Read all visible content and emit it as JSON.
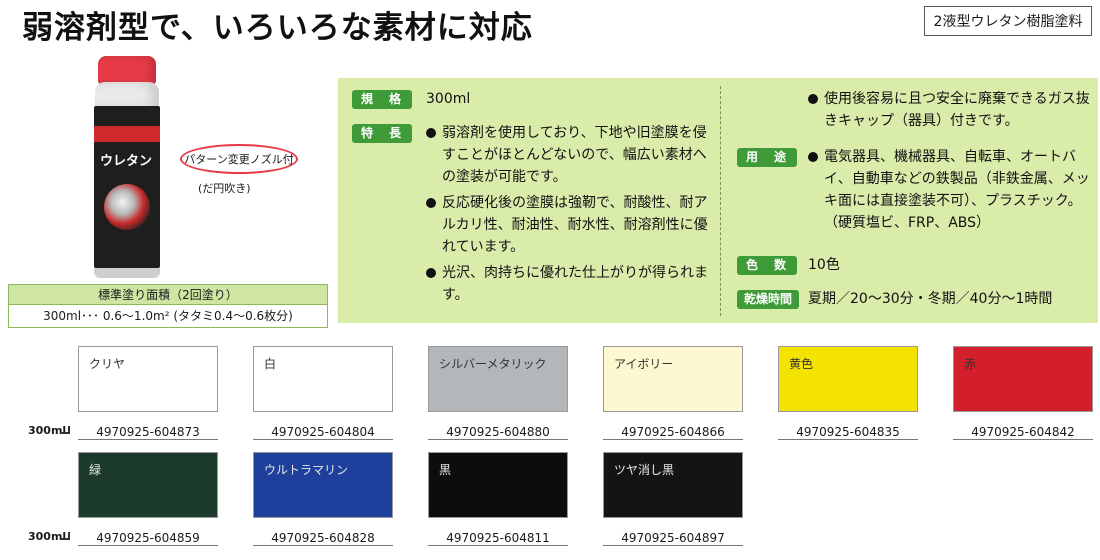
{
  "header": {
    "headline": "弱溶剤型で、いろいろな素材に対応",
    "category_tag": "2液型ウレタン樹脂塗料"
  },
  "product": {
    "brand_text": "ウレタン",
    "nozzle_badge": "パターン変更ノズル付",
    "nozzle_note": "(だ円吹き)",
    "colors": {
      "cap": "#e63b47",
      "body": "#1e1e1e"
    }
  },
  "coverage": {
    "title": "標準塗り面積（2回塗り）",
    "value": "300ml･･･ 0.6～1.0m² (タタミ0.4～0.6枚分)"
  },
  "specs": {
    "standard_label": "規　格",
    "standard_value": "300ml",
    "features_label": "特　長",
    "features": [
      "弱溶剤を使用しており、下地や旧塗膜を侵すことがほとんどないので、幅広い素材への塗装が可能です。",
      "反応硬化後の塗膜は強靭で、耐酸性、耐アルカリ性、耐油性、耐水性、耐溶剤性に優れています。",
      "光沢、肉持ちに優れた仕上がりが得られます。",
      "使用後容易に且つ安全に廃棄できるガス抜きキャップ（器具）付きです。"
    ],
    "usage_label": "用　途",
    "usage_items": [
      "電気器具、機械器具、自転車、オートバイ、自動車などの鉄製品（非鉄金属、メッキ面には直接塗装不可）、プラスチック。（硬質塩ビ、FRP、ABS）"
    ],
    "colors_label": "色　数",
    "colors_value": "10色",
    "drying_label": "乾燥時間",
    "drying_value": "夏期／20～30分・冬期／40分～1時間",
    "accent": "#3f9a38",
    "panel_bg": "#d9ecaa"
  },
  "swatch_rows": [
    {
      "size_label": "300ml",
      "items": [
        {
          "name": "クリヤ",
          "code": "4970925-604873",
          "color": "#ffffff",
          "text_color": "#333333"
        },
        {
          "name": "白",
          "code": "4970925-604804",
          "color": "#ffffff",
          "text_color": "#333333"
        },
        {
          "name": "シルバーメタリック",
          "code": "4970925-604880",
          "color": "#b4b7ba",
          "text_color": "#333333"
        },
        {
          "name": "アイボリー",
          "code": "4970925-604866",
          "color": "#fdf8cf",
          "text_color": "#333333"
        },
        {
          "name": "黄色",
          "code": "4970925-604835",
          "color": "#f4e200",
          "text_color": "#333333"
        },
        {
          "name": "赤",
          "code": "4970925-604842",
          "color": "#d21f2b",
          "text_color": "#333333"
        }
      ]
    },
    {
      "size_label": "300ml",
      "items": [
        {
          "name": "緑",
          "code": "4970925-604859",
          "color": "#1d3b2b",
          "text_color": "#e8e8e8"
        },
        {
          "name": "ウルトラマリン",
          "code": "4970925-604828",
          "color": "#1f3f9c",
          "text_color": "#e8e8e8"
        },
        {
          "name": "黒",
          "code": "4970925-604811",
          "color": "#0d0d0d",
          "text_color": "#e8e8e8"
        },
        {
          "name": "ツヤ消し黒",
          "code": "4970925-604897",
          "color": "#141414",
          "text_color": "#e8e8e8"
        }
      ]
    }
  ]
}
